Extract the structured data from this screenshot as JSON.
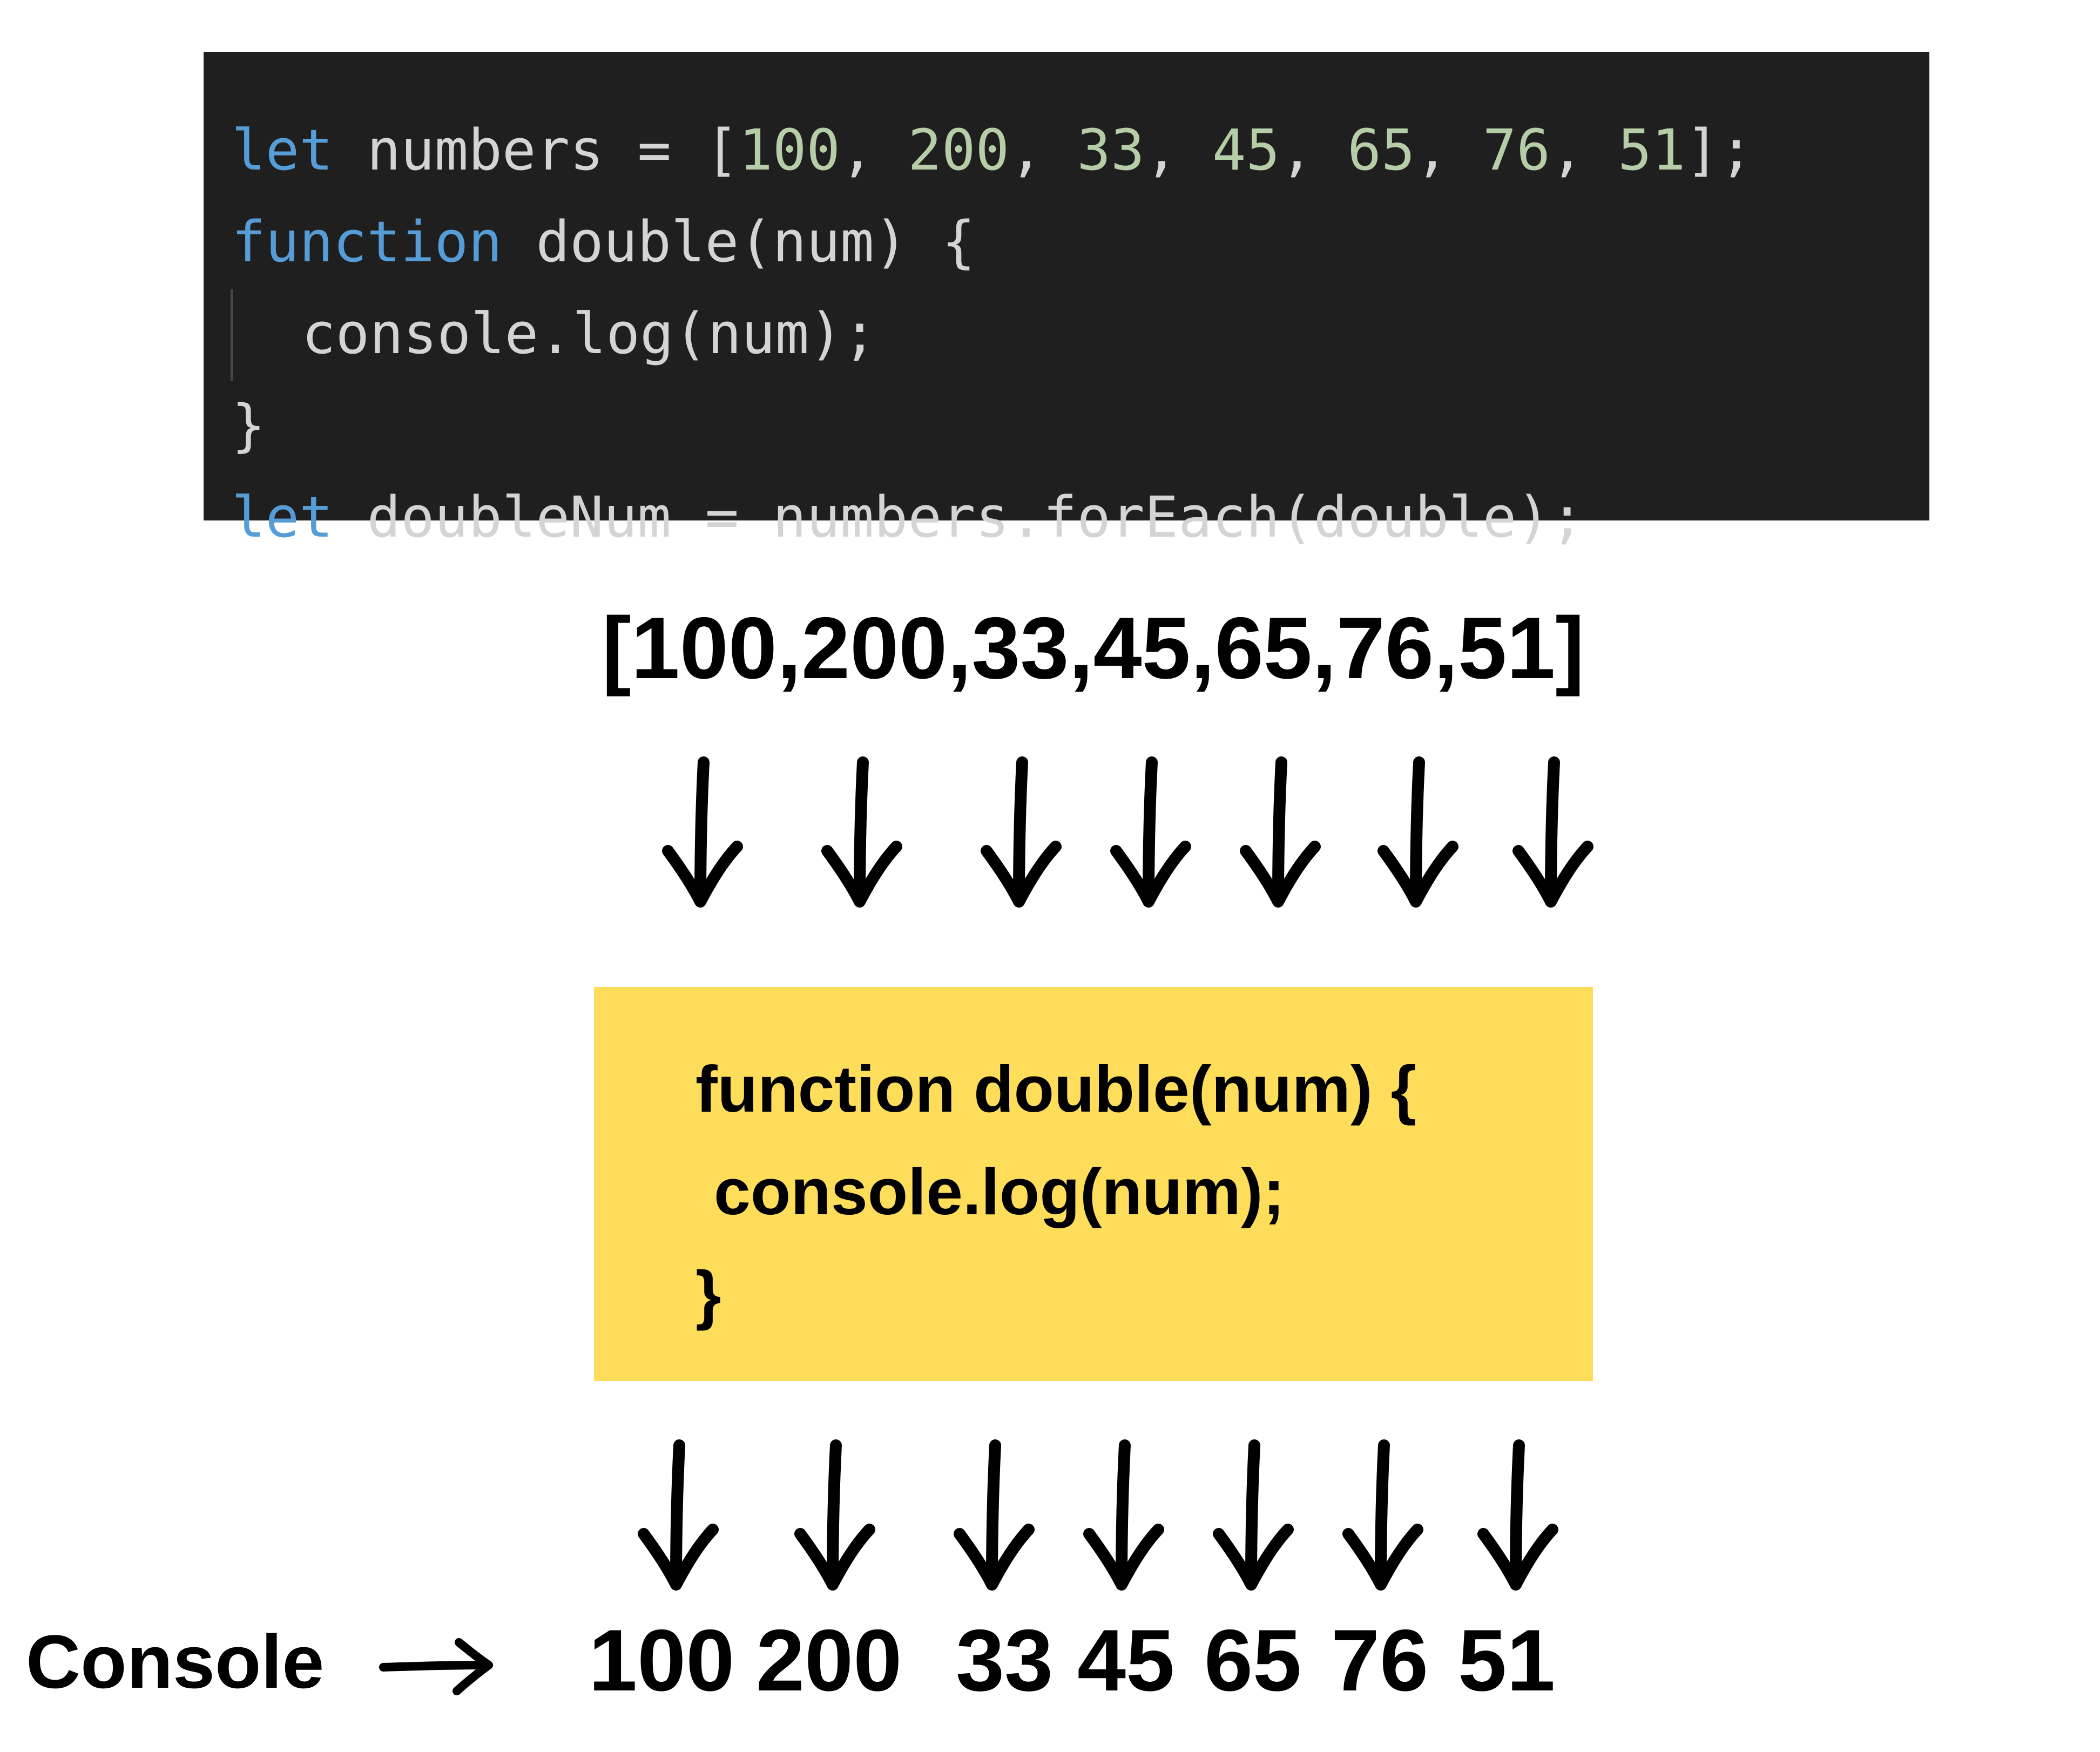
{
  "code": {
    "line1": [
      {
        "t": "let",
        "k": "kw"
      },
      {
        "t": " numbers = [",
        "k": "txt"
      },
      {
        "t": "100",
        "k": "num"
      },
      {
        "t": ", ",
        "k": "txt"
      },
      {
        "t": "200",
        "k": "num"
      },
      {
        "t": ", ",
        "k": "txt"
      },
      {
        "t": "33",
        "k": "num"
      },
      {
        "t": ", ",
        "k": "txt"
      },
      {
        "t": "45",
        "k": "num"
      },
      {
        "t": ", ",
        "k": "txt"
      },
      {
        "t": "65",
        "k": "num"
      },
      {
        "t": ", ",
        "k": "txt"
      },
      {
        "t": "76",
        "k": "num"
      },
      {
        "t": ", ",
        "k": "txt"
      },
      {
        "t": "51",
        "k": "num"
      },
      {
        "t": "];",
        "k": "txt"
      }
    ],
    "line2": [
      {
        "t": "function",
        "k": "kw"
      },
      {
        "t": " double(num) {",
        "k": "txt"
      }
    ],
    "line3": [
      {
        "t": "console.log(num);",
        "k": "txt"
      }
    ],
    "line4": [
      {
        "t": "}",
        "k": "txt"
      }
    ],
    "line5": [
      {
        "t": "let",
        "k": "kw"
      },
      {
        "t": " doubleNum = numbers.forEach(double);",
        "k": "txt"
      }
    ]
  },
  "array_label": "[100,200,33,45,65,76,51]",
  "function_box": {
    "line1": "function double(num) {",
    "line2": "console.log(num);",
    "line3": "}",
    "color": "#fedd5b"
  },
  "console": {
    "label": "Console",
    "values": [
      "100",
      "200",
      "33",
      "45",
      "65",
      "76",
      "51"
    ]
  },
  "colors": {
    "editor_bg": "#1f1f1f",
    "keyword": "#569cd6",
    "number": "#b5cea8",
    "text": "#d4d4d4"
  }
}
